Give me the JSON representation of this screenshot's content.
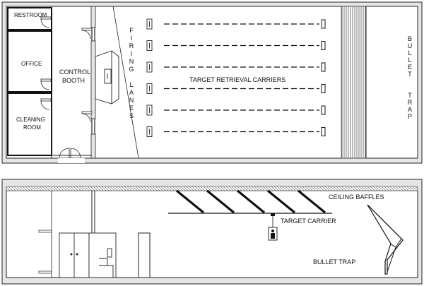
{
  "plan": {
    "rooms": {
      "restroom": "RESTROOM",
      "office": "OFFICE",
      "cleaning_room": [
        "CLEANING",
        "ROOM"
      ]
    },
    "control_booth": [
      "CONTROL",
      "BOOTH"
    ],
    "firing_lanes_label": [
      "F",
      "I",
      "R",
      "I",
      "N",
      "G",
      " ",
      "L",
      "A",
      "N",
      "E",
      "S"
    ],
    "target_retrieval_label": "TARGET RETRIEVAL CARRIERS",
    "bullet_trap_label": [
      "B",
      "U",
      "L",
      "L",
      "E",
      "T",
      " ",
      " ",
      "T",
      "R",
      "A",
      "P"
    ],
    "lane_count": 6
  },
  "section": {
    "ceiling_baffles_label": "CEILING BAFFLES",
    "target_carrier_label": "TARGET CARRIER",
    "bullet_trap_label": "BULLET TRAP",
    "baffle_count": 5
  }
}
